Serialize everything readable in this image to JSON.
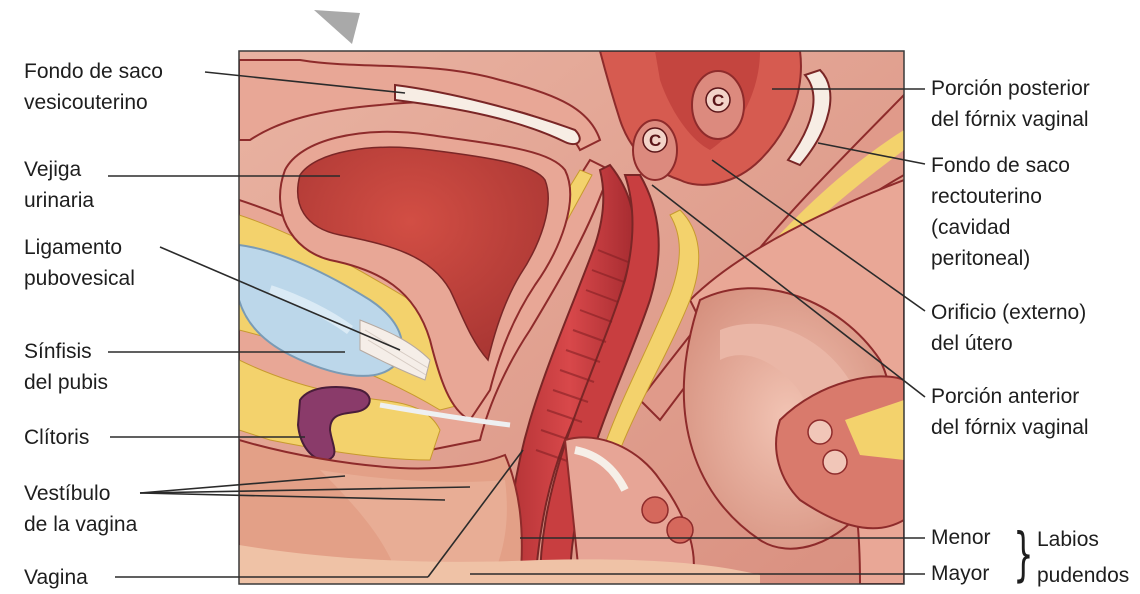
{
  "labels": {
    "fondo_vesicouterino": [
      "Fondo de saco",
      "vesicouterino"
    ],
    "vejiga": [
      "Vejiga",
      "urinaria"
    ],
    "ligamento": [
      "Ligamento",
      "pubovesical"
    ],
    "sinfisis": [
      "Sínfisis",
      "del pubis"
    ],
    "clitoris": [
      "Clítoris"
    ],
    "vestibulo": [
      "Vestíbulo",
      "de la vagina"
    ],
    "vagina": [
      "Vagina"
    ],
    "porcion_posterior": [
      "Porción posterior",
      "del fórnix vaginal"
    ],
    "fondo_rectouterino": [
      "Fondo de saco",
      "rectouterino",
      "(cavidad",
      "peritoneal)"
    ],
    "orificio": [
      "Orificio (externo)",
      "del útero"
    ],
    "porcion_anterior": [
      "Porción anterior",
      "del fórnix vaginal"
    ],
    "menor": "Menor",
    "mayor": "Mayor",
    "labios": [
      "Labios",
      "pudendos"
    ]
  },
  "cervix_marks": [
    "C",
    "C"
  ],
  "colors": {
    "tissue": "#c94c46",
    "tissue_dark": "#9c2f30",
    "pink": "#e7a596",
    "fat": "#f3d26c",
    "bone": "#bcd7ea",
    "clitoris": "#8a3b6a",
    "leader": "#2b2b2b"
  }
}
